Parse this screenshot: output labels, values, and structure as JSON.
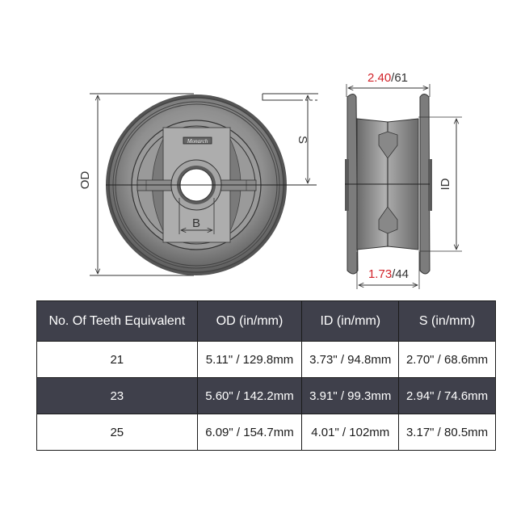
{
  "diagram": {
    "front_view": {
      "labels": {
        "od": "OD",
        "s": "S",
        "b": "B"
      },
      "logo_text": "Monarch"
    },
    "side_view": {
      "width_top": {
        "inches": "2.40",
        "sep": "/",
        "mm": "61"
      },
      "width_bottom": {
        "inches": "1.73",
        "sep": "/",
        "mm": "44"
      },
      "labels": {
        "id": "ID"
      }
    },
    "colors": {
      "accent_red": "#d2232a",
      "header_bg": "#3f404b",
      "wheel_gray": "#8a8a8a"
    }
  },
  "table": {
    "headers": [
      "No. Of Teeth Equivalent",
      "OD (in/mm)",
      "ID (in/mm)",
      "S (in/mm)"
    ],
    "rows": [
      [
        "21",
        "5.11\" / 129.8mm",
        "3.73\" / 94.8mm",
        "2.70\" / 68.6mm"
      ],
      [
        "23",
        "5.60\" / 142.2mm",
        "3.91\" / 99.3mm",
        "2.94\" / 74.6mm"
      ],
      [
        "25",
        "6.09\" / 154.7mm",
        "4.01\" / 102mm",
        "3.17\" / 80.5mm"
      ]
    ]
  }
}
